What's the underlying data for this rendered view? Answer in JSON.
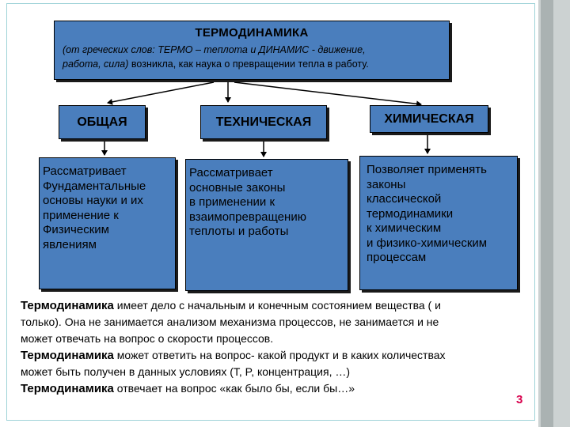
{
  "title_box": {
    "title": "ТЕРМОДИНАМИКА",
    "subtitle_line1_italic": "(от греческих слов: ТЕРМО – теплота и ДИНАМИС - движение,",
    "subtitle_line2_italic": "работа, сила)",
    "subtitle_line2_rest": " возникла, как наука о превращении тепла в работу."
  },
  "categories": [
    {
      "label": "ОБЩАЯ"
    },
    {
      "label": "ТЕХНИЧЕСКАЯ"
    },
    {
      "label": "ХИМИЧЕСКАЯ"
    }
  ],
  "descriptions": [
    {
      "lines": [
        "Рассматривает",
        "Фундаментальные",
        "основы науки и их",
        "применение к",
        "Физическим",
        "явлениям"
      ]
    },
    {
      "lines": [
        "Рассматривает",
        "основные законы",
        "в применении к",
        "взаимопревращению",
        "теплоты и работы"
      ]
    },
    {
      "lines": [
        "Позволяет применять",
        "законы",
        "классической",
        "термодинамики",
        "к химическим",
        "и физико-химическим",
        "процессам"
      ]
    }
  ],
  "footnote": {
    "p1_bold": "Термодинамика",
    "p1_rest_line1": " имеет дело с начальным и конечным состоянием вещества ( и",
    "p1_line2": "только). Она не занимается анализом механизма процессов, не занимается и не",
    "p1_line3": "может отвечать на вопрос о скорости процессов.",
    "p2_bold": "Термодинамика",
    "p2_rest_line1": " может ответить на вопрос- какой продукт и в каких количествах",
    "p2_line2": "может быть получен в данных  условиях (T, P, концентрация, …)",
    "p3_bold": "Термодинамика",
    "p3_rest": " отвечает на вопрос «как было бы, если бы…»"
  },
  "page_number": "3",
  "colors": {
    "box_fill": "#4a7ebd",
    "page_number": "#d8004c",
    "side_strip": "#ccd2d2"
  }
}
